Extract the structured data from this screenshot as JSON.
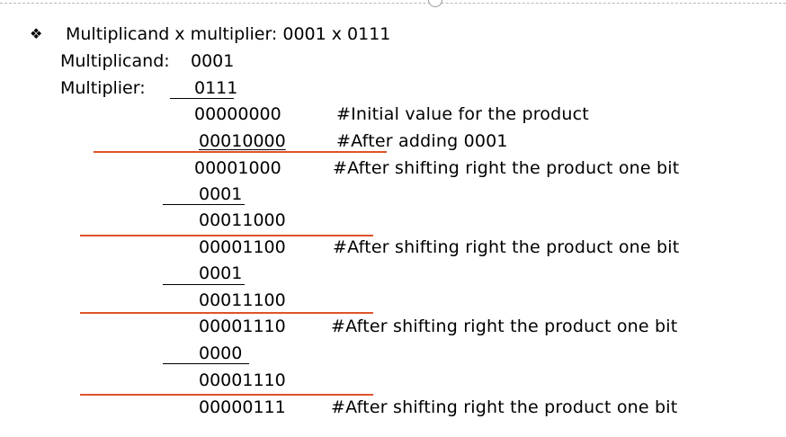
{
  "header": {
    "bullet_glyph": "❖",
    "title": "Multiplicand x multiplier: 0001 x 0111",
    "multiplicand_label": "Multiplicand:",
    "multiplicand_value": "0001",
    "multiplier_label": "Multiplier:",
    "multiplier_value": "0111"
  },
  "rows": [
    {
      "value": "00000000",
      "comment": "#Initial value for the product"
    },
    {
      "value": "00010000",
      "comment": "#After adding 0001"
    },
    {
      "value": "00001000",
      "comment": "#After shifting right the product one bit"
    },
    {
      "value": "0001",
      "comment": ""
    },
    {
      "value": "00011000",
      "comment": ""
    },
    {
      "value": "00001100",
      "comment": "#After shifting right the product one bit"
    },
    {
      "value": "0001",
      "comment": ""
    },
    {
      "value": "00011100",
      "comment": ""
    },
    {
      "value": "00001110",
      "comment": "#After shifting right the product one bit"
    },
    {
      "value": "0000",
      "comment": ""
    },
    {
      "value": "00001110",
      "comment": ""
    },
    {
      "value": "00000111",
      "comment": "#After shifting right the product one bit"
    }
  ],
  "colors": {
    "separator_line": "#e0532a",
    "text": "#000000"
  }
}
